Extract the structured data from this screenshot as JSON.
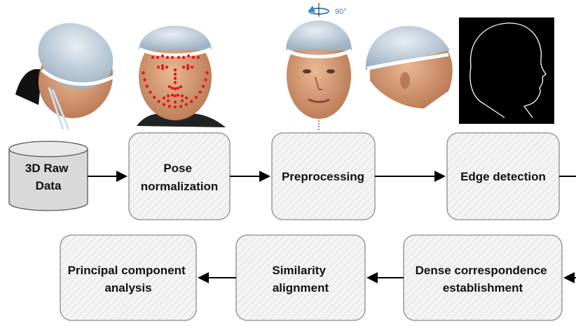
{
  "colors": {
    "box_stroke": "#8a8a8a",
    "box_fill": "#f3f3f3",
    "hatch": "#cfcfcf",
    "arrow": "#000000",
    "cylinder_fill": "#d9d9d9",
    "skin": "#d8a07a",
    "cap": "#c7d6e3",
    "band": "#ffffff",
    "landmark": "#e31a1c",
    "edge_bg": "#000000",
    "rotation_accent": "#3b7fc4"
  },
  "icons": {
    "raw_scan": "head-scan-icon",
    "landmarks": "head-landmarks-icon",
    "front": "head-front-icon",
    "side": "head-side-icon",
    "edge": "edge-map-icon",
    "rotation": "rotation-icon"
  },
  "rotation_label": "90°",
  "nodes": {
    "raw_data": [
      "3D Raw",
      "Data"
    ],
    "pose_normalization": [
      "Pose",
      "normalization"
    ],
    "preprocessing": [
      "Preprocessing"
    ],
    "edge_detection": [
      "Edge detection"
    ],
    "dense_correspondence": [
      "Dense correspondence",
      "establishment"
    ],
    "similarity_alignment": [
      "Similarity",
      "alignment"
    ],
    "pca": [
      "Principal component",
      "analysis"
    ]
  }
}
